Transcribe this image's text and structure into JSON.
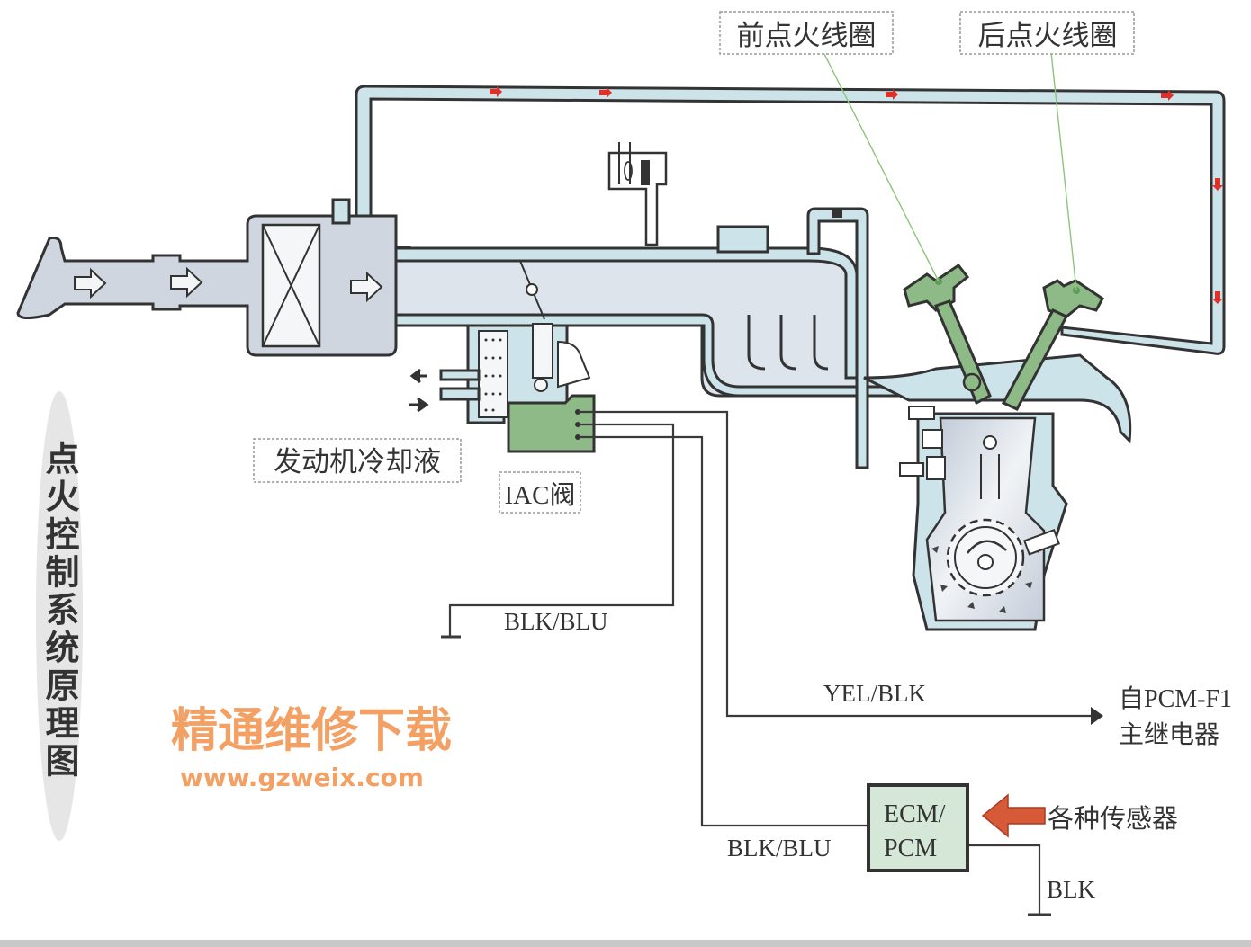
{
  "title": "点火控制系统原理图",
  "labels": {
    "front_coil": "前点火线圈",
    "rear_coil": "后点火线圈",
    "coolant": "发动机冷却液",
    "iac_valve": "IAC阀",
    "sensors": "各种传感器",
    "ecm": [
      "ECM/",
      "PCM"
    ],
    "relay_source": [
      "自PCM-F1",
      "主继电器"
    ]
  },
  "wires": {
    "iac_ground": "BLK/BLU",
    "relay_feed": "YEL/BLK",
    "ecm_input": "BLK/BLU",
    "ecm_ground": "BLK"
  },
  "watermark": {
    "title": "精通维修下载",
    "url": "www.gzweix.com"
  },
  "colors": {
    "pipe": "#cde3ea",
    "coil": "#8dba86",
    "ecm_box": "#d5e8d8",
    "flow_arrow": "#e0302a",
    "sensor_arrow": "#d65a38",
    "watermark": "#f2a064"
  }
}
